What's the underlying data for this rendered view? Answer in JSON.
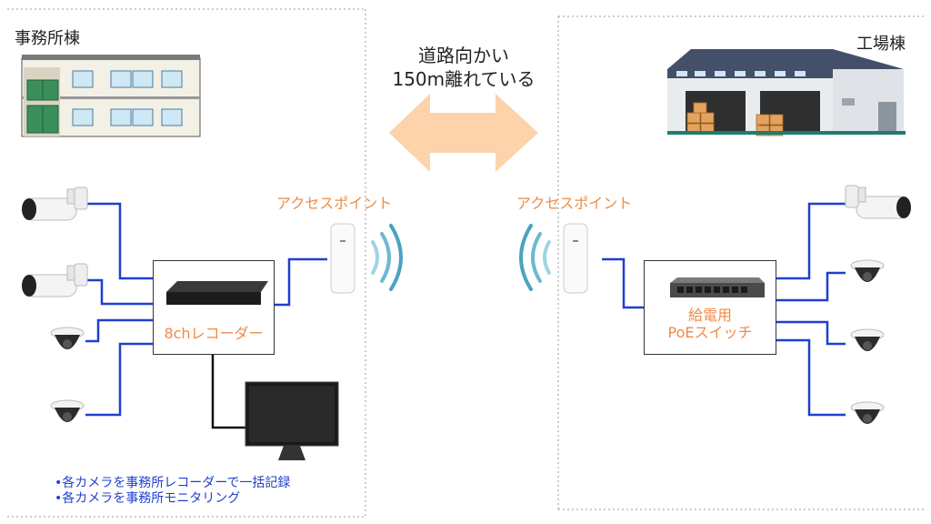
{
  "regions": {
    "office": {
      "title": "事務所棟"
    },
    "factory": {
      "title": "工場棟"
    }
  },
  "distance_banner": {
    "line1": "道路向かい",
    "line2": "150m離れている"
  },
  "access_points": {
    "left_label": "アクセスポイント",
    "right_label": "アクセスポイント"
  },
  "recorder": {
    "label": "8chレコーダー"
  },
  "poe_switch": {
    "label_line1": "給電用",
    "label_line2": "PoEスイッチ"
  },
  "notes": [
    "•各カメラを事務所レコーダーで一括記録",
    "•各カメラを事務所モニタリング"
  ],
  "colors": {
    "cable_blue": "#1f3fd0",
    "cable_black": "#111111",
    "label_orange": "#f08a45",
    "arrow_fill": "#fcd3ab",
    "wifi_blue": "#4aa3c0"
  },
  "icons": {
    "office_building": "office-building-icon",
    "factory_building": "factory-building-icon",
    "bullet_camera": "bullet-camera-icon",
    "dome_camera": "dome-camera-icon",
    "recorder": "recorder-icon",
    "switch": "switch-icon",
    "monitor": "monitor-icon",
    "access_point": "access-point-icon",
    "wifi": "wifi-signal-icon"
  }
}
